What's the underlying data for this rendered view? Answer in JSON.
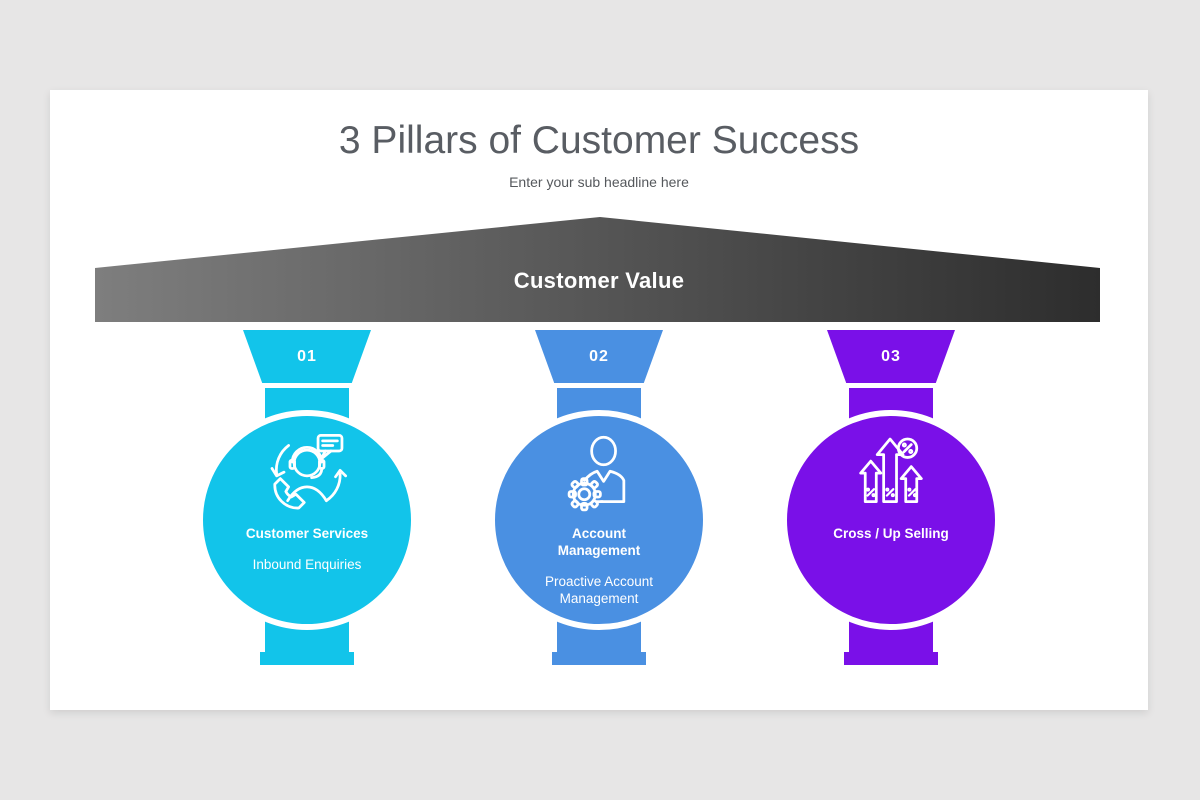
{
  "title": "3 Pillars of Customer Success",
  "subtitle": "Enter your sub headline here",
  "roof": {
    "label": "Customer Value",
    "gradient_start": "#7e7e7e",
    "gradient_end": "#2d2d2d"
  },
  "pillars": [
    {
      "number": "01",
      "heading": "Customer Services",
      "subheading": "Inbound Enquiries",
      "color": "#12C4EA",
      "icon": "customer-services-icon"
    },
    {
      "number": "02",
      "heading": "Account Management",
      "subheading": "Proactive Account Management",
      "color": "#4A90E2",
      "icon": "account-management-icon"
    },
    {
      "number": "03",
      "heading": "Cross / Up Selling",
      "subheading": "",
      "color": "#7A10E8",
      "icon": "cross-up-selling-icon"
    }
  ]
}
